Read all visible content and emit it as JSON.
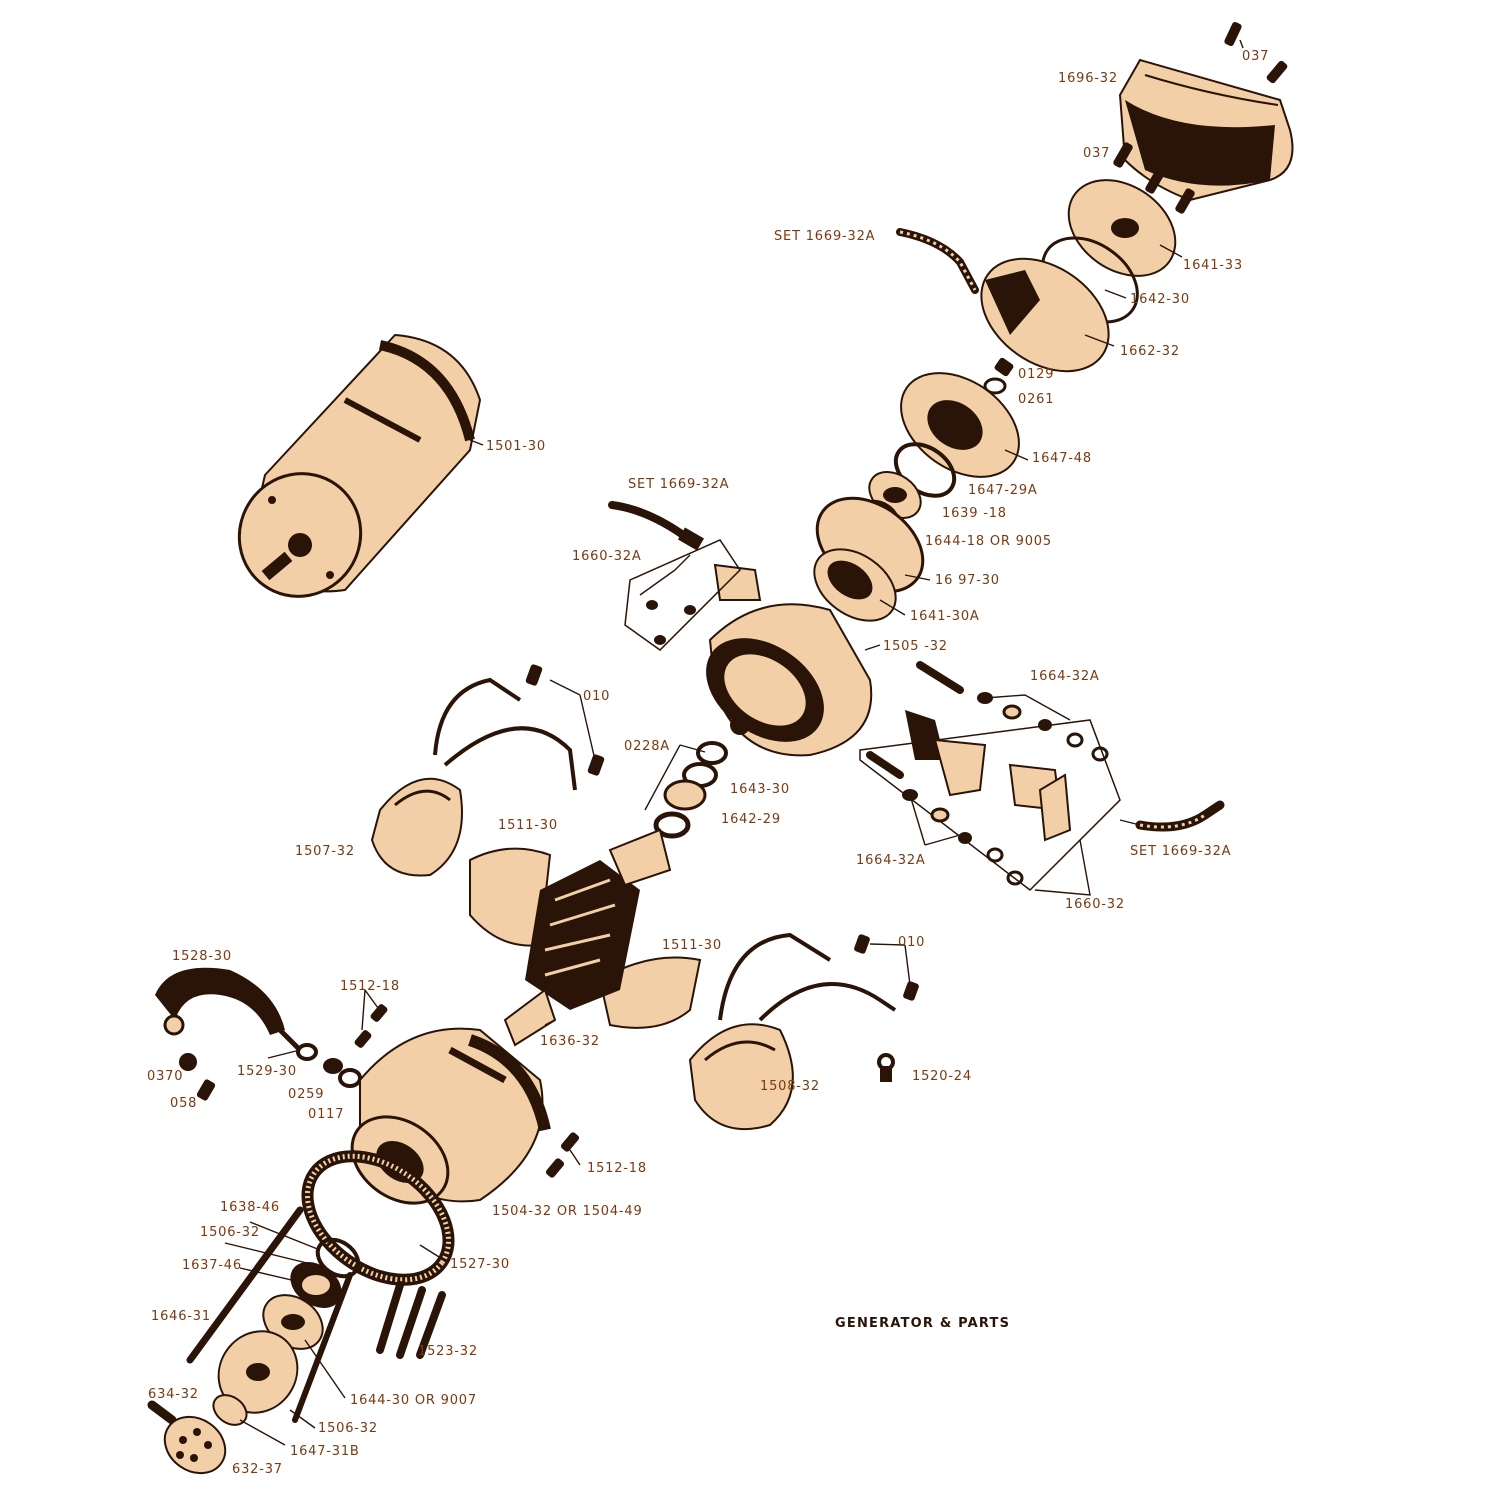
{
  "title": "GENERATOR & PARTS",
  "colors": {
    "ink": "#2a1408",
    "sepia": "#f2cfa6",
    "label": "#7a3a12",
    "background": "#ffffff"
  },
  "labels": {
    "p037_a": "037",
    "p1696_32": "1696-32",
    "p037_b": "037",
    "set1669_top": "SET 1669-32A",
    "p1641_33": "1641-33",
    "p1642_30": "1642-30",
    "p1662_32": "1662-32",
    "p0129": "0129",
    "p0261": "0261",
    "p1647_48": "1647-48",
    "p1647_29A": "1647-29A",
    "p1639_18": "1639 -18",
    "p1644_18": "1644-18  OR  9005",
    "p1697_30": "16 97-30",
    "p1641_30A": "1641-30A",
    "p1505_32": "1505 -32",
    "p1501_30": "1501-30",
    "set1669_mid": "SET 1669-32A",
    "p1660_32A": "1660-32A",
    "p010_a": "010",
    "p0228A": "0228A",
    "p1643_30": "1643-30",
    "p1642_29": "1642-29",
    "p1664_32A_a": "1664-32A",
    "p1664_32A_b": "1664-32A",
    "set1669_right": "SET 1669-32A",
    "p1660_32": "1660-32",
    "p1507_32": "1507-32",
    "p1511_30_a": "1511-30",
    "p1511_30_b": "1511-30",
    "p010_b": "010",
    "p1528_30": "1528-30",
    "p1512_18_a": "1512-18",
    "p1636_32": "1636-32",
    "p1508_32": "1508-32",
    "p1520_24": "1520-24",
    "p0370": "0370",
    "p1529_30": "1529-30",
    "p058": "058",
    "p0259": "0259",
    "p0117": "0117",
    "p1512_18_b": "1512-18",
    "p1504_32": "1504-32  OR  1504-49",
    "p1638_46": "1638-46",
    "p1506_32_a": "1506-32",
    "p1527_30": "1527-30",
    "p1637_46": "1637-46",
    "p1646_31": "1646-31",
    "p1523_32": "1523-32",
    "p1644_30": "1644-30  OR 9007",
    "p634_32": "634-32",
    "p1506_32_b": "1506-32",
    "p1647_31B": "1647-31B",
    "p632_37": "632-37"
  }
}
